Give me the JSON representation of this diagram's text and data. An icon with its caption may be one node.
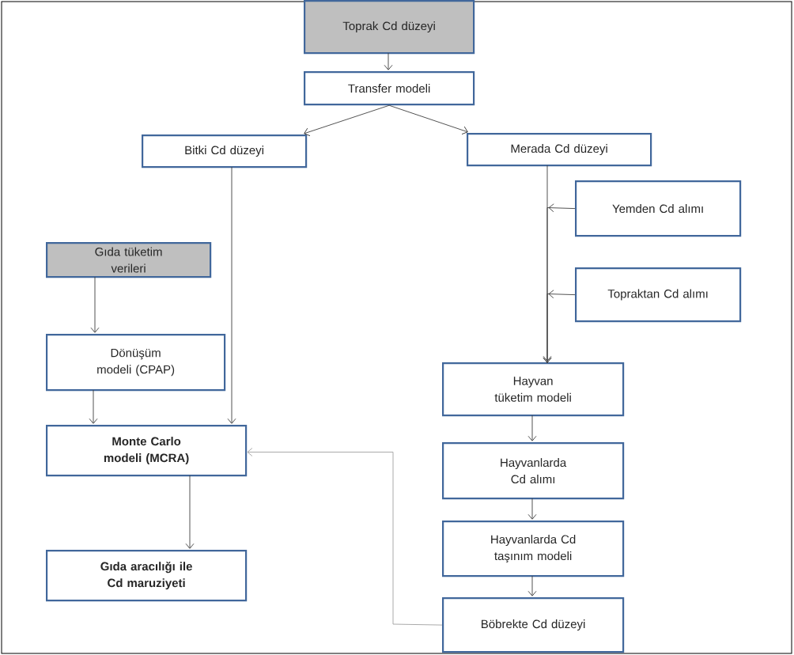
{
  "diagram": {
    "nodes": [
      {
        "text": [
          "Toprak Cd düzeyi"
        ]
      },
      {
        "text": [
          "Transfer modeli"
        ]
      },
      {
        "text": [
          "Bitki Cd düzeyi"
        ]
      },
      {
        "text": [
          "Merada Cd düzeyi"
        ]
      },
      {
        "text": [
          "Yemden Cd alımı"
        ]
      },
      {
        "text": [
          "Topraktan Cd alımı"
        ]
      },
      {
        "text": [
          "Gıda tüketim verileri"
        ]
      },
      {
        "text": [
          "Dönüşüm modeli (CPAP)"
        ]
      },
      {
        "text": [
          "Monte Carlo modeli (MCRA)"
        ]
      },
      {
        "text": [
          "Gıda aracılığı ile Cd maruziyeti"
        ]
      },
      {
        "text": [
          "Hayvan tüketim modeli"
        ]
      },
      {
        "text": [
          "Hayvanlarda Cd alımı"
        ]
      },
      {
        "text": [
          "Hayvanlarda Cd taşınım modeli"
        ]
      },
      {
        "text": [
          "Böbrekte Cd düzeyi"
        ]
      }
    ],
    "edges": [
      {
        "from": 0,
        "to": 1,
        "arrow": "to"
      },
      {
        "from": 1,
        "to": 2,
        "arrow": "to"
      },
      {
        "from": 1,
        "to": 3,
        "arrow": "to"
      },
      {
        "from": 2,
        "to": 8,
        "arrow": "to"
      },
      {
        "from": 3,
        "to": 10,
        "arrow": "to"
      },
      {
        "from": 4,
        "to": 10,
        "arrow": "to"
      },
      {
        "from": 5,
        "to": 10,
        "arrow": "to"
      },
      {
        "from": 6,
        "to": 7,
        "arrow": "to"
      },
      {
        "from": 7,
        "to": 8,
        "arrow": "to"
      },
      {
        "from": 8,
        "to": 9,
        "arrow": "to"
      },
      {
        "from": 10,
        "to": 11,
        "arrow": "to"
      },
      {
        "from": 11,
        "to": 12,
        "arrow": "to"
      },
      {
        "from": 12,
        "to": 13,
        "arrow": "to"
      },
      {
        "from": 13,
        "to": 8,
        "arrow": "to",
        "color": "#a0a0a0"
      }
    ]
  }
}
